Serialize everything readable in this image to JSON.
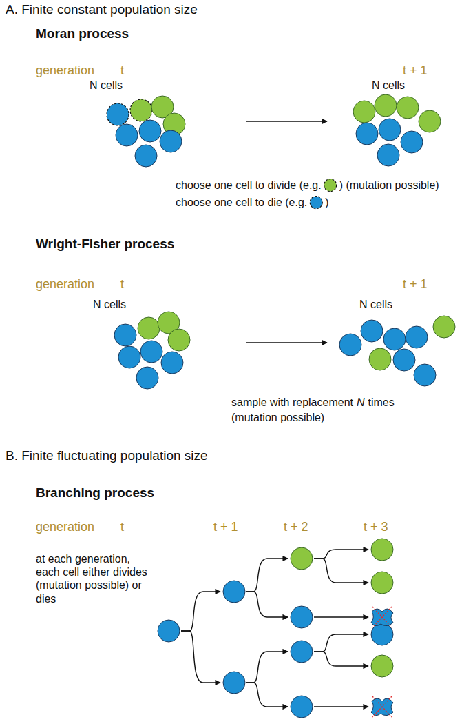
{
  "diagram": {
    "labels": [
      "A. Finite constant population size",
      "Moran process",
      "generation",
      "t",
      "t + 1",
      "N cells",
      "N cells",
      "choose one cell to divide (e.g.",
      ") (mutation possible)",
      "choose one cell to die (e.g.",
      ")",
      "Wright-Fisher process",
      "generation",
      "t",
      "t + 1",
      "N cells",
      "N cells",
      "sample with replacement",
      "N",
      "times",
      "(mutation possible)",
      "B. Finite fluctuating population size",
      "Branching process",
      "generation",
      "t",
      "t + 1",
      "t + 2",
      "t + 3",
      "at each generation, each cell either divides (mutation possible) or dies"
    ]
  }
}
